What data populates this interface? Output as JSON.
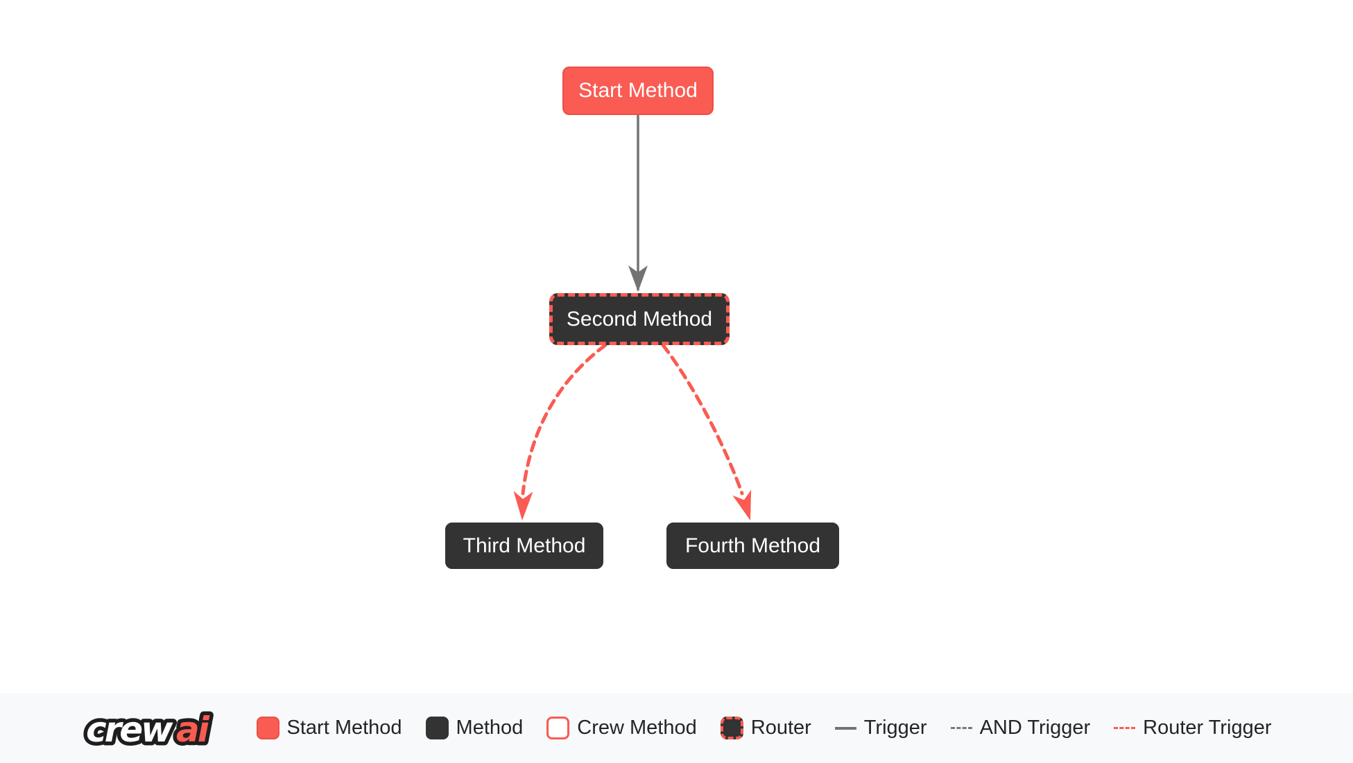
{
  "colors": {
    "accent_red": "#FA5B52",
    "accent_red_border": "#EC4F45",
    "dark_node": "#333333",
    "edge_gray": "#737373",
    "legend_text": "#212529",
    "legend_bg": "#f8f9fa",
    "canvas_bg": "#ffffff",
    "node_text": "#ffffff"
  },
  "diagram": {
    "nodes": [
      {
        "id": "start_method",
        "label": "Start Method",
        "type": "start"
      },
      {
        "id": "second_method",
        "label": "Second Method",
        "type": "router"
      },
      {
        "id": "third_method",
        "label": "Third Method",
        "type": "method"
      },
      {
        "id": "fourth_method",
        "label": "Fourth Method",
        "type": "method"
      }
    ],
    "edges": [
      {
        "from": "start_method",
        "to": "second_method",
        "type": "trigger"
      },
      {
        "from": "second_method",
        "to": "third_method",
        "type": "router_trigger"
      },
      {
        "from": "second_method",
        "to": "fourth_method",
        "type": "router_trigger"
      }
    ]
  },
  "legend": {
    "logo": {
      "text_white": "crew",
      "text_red": "ai"
    },
    "items": [
      {
        "label": "Start Method",
        "swatch": "start-node-swatch"
      },
      {
        "label": "Method",
        "swatch": "method-node-swatch"
      },
      {
        "label": "Crew Method",
        "swatch": "crew-node-swatch"
      },
      {
        "label": "Router",
        "swatch": "router-node-swatch"
      },
      {
        "label": "Trigger",
        "swatch": "solid-line-swatch"
      },
      {
        "label": "AND Trigger",
        "swatch": "dashed-line-swatch"
      },
      {
        "label": "Router Trigger",
        "swatch": "red-dashed-line-swatch"
      }
    ]
  }
}
